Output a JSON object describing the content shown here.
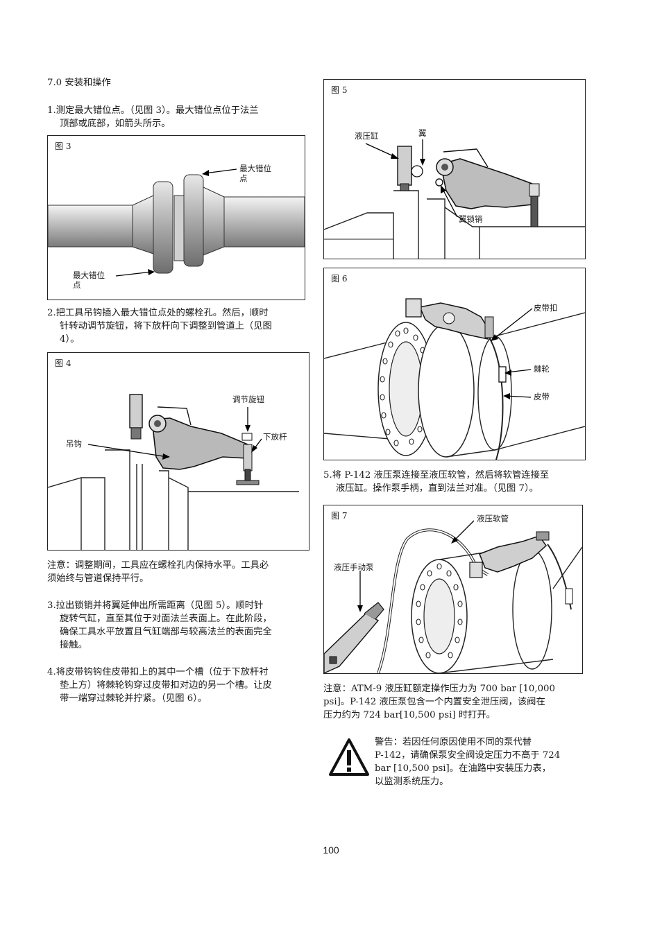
{
  "section_title": "7.0 安装和操作",
  "step1": {
    "line1": "1.测定最大错位点。（见图 3）。最大错位点位于法兰",
    "line2": "顶部或底部，如箭头所示。"
  },
  "fig3": {
    "label": "图 3",
    "callout_top_l1": "最大错位",
    "callout_top_l2": "点",
    "callout_bottom_l1": "最大错位",
    "callout_bottom_l2": "点"
  },
  "step2": {
    "line1": "2.把工具吊钩插入最大错位点处的螺栓孔。然后，顺时",
    "line2": "针转动调节旋钮，将下放杆向下调整到管道上（见图",
    "line3": "4）。"
  },
  "fig4": {
    "label": "图 4",
    "callout_knob": "调节旋钮",
    "callout_rod": "下放杆",
    "callout_hook": "吊钩"
  },
  "note1": {
    "line1": "注意：调整期间，工具应在螺栓孔内保持水平。工具必",
    "line2": "须始终与管道保持平行。"
  },
  "step3": {
    "line1": "3.拉出锁销并将翼延伸出所需距离（见图 5）。顺时针",
    "line2": "旋转气缸，直至其位于对面法兰表面上。在此阶段，",
    "line3": "确保工具水平放置且气缸端部与较高法兰的表面完全",
    "line4": "接触。"
  },
  "step4": {
    "line1": "4.将皮带钩钩住皮带扣上的其中一个槽（位于下放杆衬",
    "line2": "垫上方）将棘轮钩穿过皮带扣对边的另一个槽。让皮",
    "line3": "带一端穿过棘轮并拧紧。（见图 6）。"
  },
  "fig5": {
    "label": "图 5",
    "callout_cyl": "液压缸",
    "callout_wing": "翼",
    "callout_pin": "翼锁销"
  },
  "fig6": {
    "label": "图 6",
    "callout_buckle": "皮带扣",
    "callout_ratchet": "棘轮",
    "callout_strap": "皮带"
  },
  "step5": {
    "line1": "5.将 P-142 液压泵连接至液压软管，然后将软管连接至",
    "line2": "液压缸。操作泵手柄，直到法兰对准。（见图 7）。"
  },
  "fig7": {
    "label": "图 7",
    "callout_hose": "液压软管",
    "callout_pump": "液压手动泵"
  },
  "note2": {
    "line1": "注意：ATM-9 液压缸额定操作压力为 700 bar [10,000",
    "line2": "psi]。P-142 液压泵包含一个内置安全泄压阀，该阀在",
    "line3": "压力约为 724 bar[10,500 psi] 时打开。"
  },
  "warning": {
    "line1": "警告：若因任何原因使用不同的泵代替",
    "line2": "P-142，请确保泵安全阀设定压力不高于 724",
    "line3": "bar [10,500 psi]。在油路中安装压力表，",
    "line4": "以监测系统压力。"
  },
  "page_number": "100"
}
